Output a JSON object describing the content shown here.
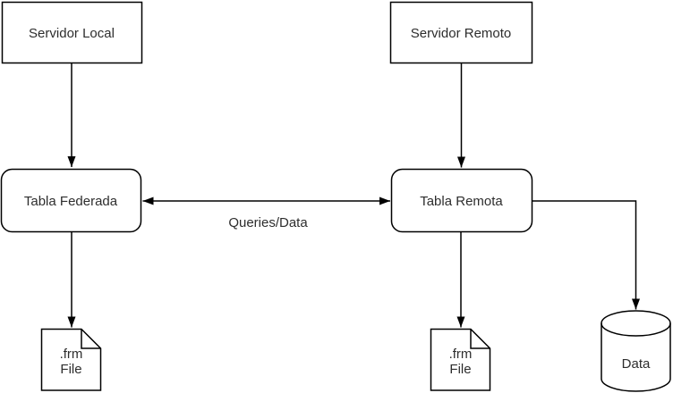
{
  "diagram": {
    "background_color": "#ffffff",
    "stroke_color": "#000000",
    "fill_color": "#ffffff",
    "text_color": "#2d2d2d",
    "nodes": {
      "servidor_local": {
        "label": "Servidor Local",
        "shape": "rectangle"
      },
      "servidor_remoto": {
        "label": "Servidor Remoto",
        "shape": "rectangle"
      },
      "tabla_federada": {
        "label": "Tabla Federada",
        "shape": "rounded-rectangle"
      },
      "tabla_remota": {
        "label": "Tabla Remota",
        "shape": "rounded-rectangle"
      },
      "frm_file_local": {
        "line1": ".frm",
        "line2": "File",
        "shape": "note"
      },
      "frm_file_remote": {
        "line1": ".frm",
        "line2": "File",
        "shape": "note"
      },
      "data_store": {
        "label": "Data",
        "shape": "cylinder"
      }
    },
    "edges": [
      {
        "from": "servidor_local",
        "to": "tabla_federada",
        "label": "",
        "bidirectional": false
      },
      {
        "from": "servidor_remoto",
        "to": "tabla_remota",
        "label": "",
        "bidirectional": false
      },
      {
        "from": "tabla_federada",
        "to": "tabla_remota",
        "label": "Queries/Data",
        "bidirectional": true
      },
      {
        "from": "tabla_federada",
        "to": "frm_file_local",
        "label": "",
        "bidirectional": false
      },
      {
        "from": "tabla_remota",
        "to": "frm_file_remote",
        "label": "",
        "bidirectional": false
      },
      {
        "from": "tabla_remota",
        "to": "data_store",
        "label": "",
        "bidirectional": false
      }
    ]
  }
}
